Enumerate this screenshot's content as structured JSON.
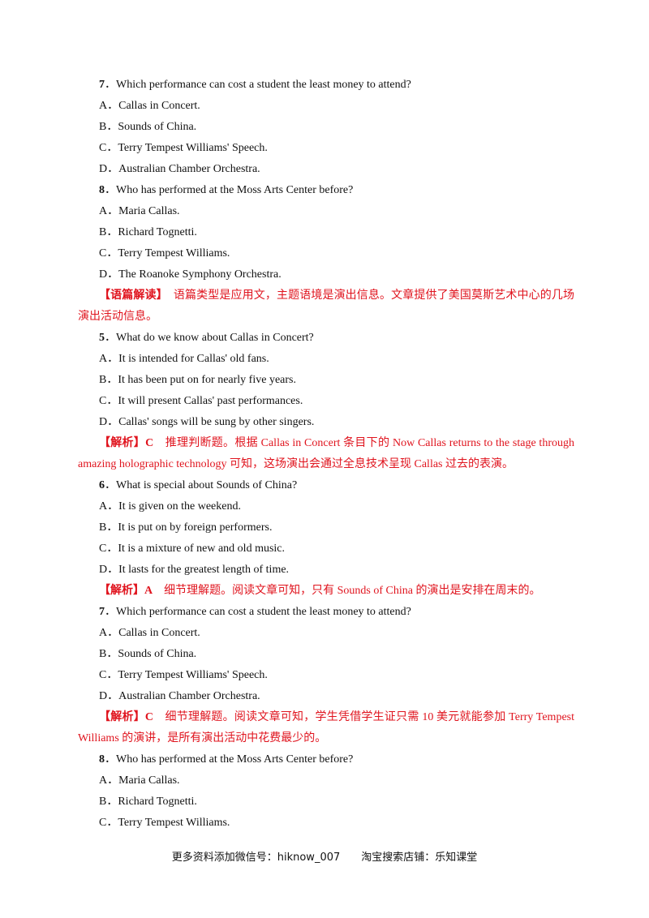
{
  "blocks": [
    {
      "kind": "q",
      "num": "7",
      "text": "．Which performance can cost a student the least money to attend?"
    },
    {
      "kind": "opt",
      "text": "A．Callas in Concert."
    },
    {
      "kind": "opt",
      "text": "B．Sounds of China."
    },
    {
      "kind": "opt",
      "text": "C．Terry Tempest Williams' Speech."
    },
    {
      "kind": "opt",
      "text": "D．Australian Chamber Orchestra."
    },
    {
      "kind": "q",
      "num": "8",
      "text": "．Who has performed at the Moss Arts Center before?"
    },
    {
      "kind": "opt",
      "text": "A．Maria Callas."
    },
    {
      "kind": "opt",
      "text": "B．Richard Tognetti."
    },
    {
      "kind": "opt",
      "text": "C．Terry Tempest Williams."
    },
    {
      "kind": "opt",
      "text": "D．The Roanoke Symphony Orchestra."
    },
    {
      "kind": "note",
      "tag": "【语篇解读】",
      "text": "　语篇类型是应用文，主题语境是演出信息。文章提供了美国莫斯艺术中心的几场演出活动信息。"
    },
    {
      "kind": "q",
      "num": "5",
      "text": "．What do we know about Callas in Concert?"
    },
    {
      "kind": "opt",
      "text": "A．It is intended for Callas' old fans."
    },
    {
      "kind": "opt",
      "text": "B．It has been put on for nearly five years."
    },
    {
      "kind": "opt",
      "text": "C．It will present Callas' past performances."
    },
    {
      "kind": "opt",
      "text": "D．Callas' songs will be sung by other singers."
    },
    {
      "kind": "note",
      "tag": "【解析】C",
      "text": "　推理判断题。根据 Callas in Concert 条目下的 Now Callas returns to the stage through amazing holographic technology 可知，这场演出会通过全息技术呈现 Callas 过去的表演。"
    },
    {
      "kind": "q",
      "num": "6",
      "text": "．What is special about Sounds of China?"
    },
    {
      "kind": "opt",
      "text": "A．It is given on the weekend."
    },
    {
      "kind": "opt",
      "text": "B．It is put on by foreign performers."
    },
    {
      "kind": "opt",
      "text": "C．It is a mixture of new and old music."
    },
    {
      "kind": "opt",
      "text": "D．It lasts for the greatest length of time."
    },
    {
      "kind": "note",
      "tag": "【解析】A",
      "text": "　细节理解题。阅读文章可知，只有 Sounds of China 的演出是安排在周末的。"
    },
    {
      "kind": "q",
      "num": "7",
      "text": "．Which performance can cost a student the least money to attend?"
    },
    {
      "kind": "opt",
      "text": "A．Callas in Concert."
    },
    {
      "kind": "opt",
      "text": "B．Sounds of China."
    },
    {
      "kind": "opt",
      "text": "C．Terry Tempest Williams' Speech."
    },
    {
      "kind": "opt",
      "text": "D．Australian Chamber Orchestra."
    },
    {
      "kind": "note",
      "tag": "【解析】C",
      "text": "　细节理解题。阅读文章可知，学生凭借学生证只需 10 美元就能参加 Terry Tempest Williams 的演讲，是所有演出活动中花费最少的。"
    },
    {
      "kind": "q",
      "num": "8",
      "text": "．Who has performed at the Moss Arts Center before?"
    },
    {
      "kind": "opt",
      "text": "A．Maria Callas."
    },
    {
      "kind": "opt",
      "text": "B．Richard Tognetti."
    },
    {
      "kind": "opt",
      "text": "C．Terry Tempest Williams."
    }
  ],
  "footer": "更多资料添加微信号：hiknow_007　　淘宝搜索店铺：乐知课堂"
}
